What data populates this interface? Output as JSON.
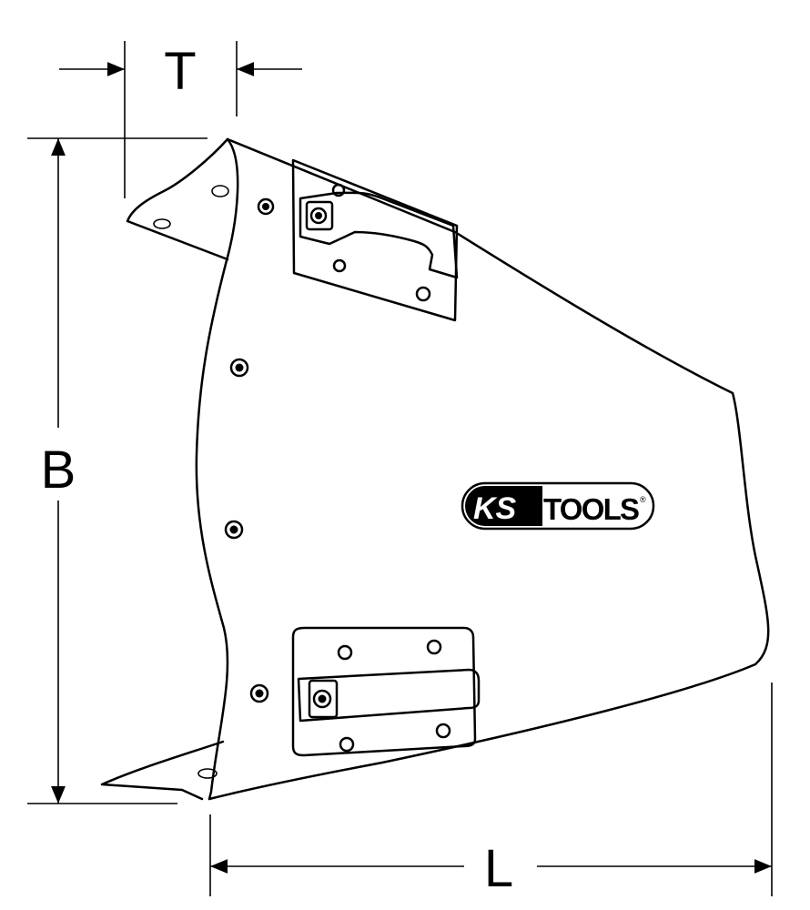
{
  "dimensions": {
    "thickness_label": "T",
    "height_label": "B",
    "length_label": "L"
  },
  "logo": {
    "brand_left": "KS",
    "brand_right": "TOOLS",
    "registered": "®"
  },
  "colors": {
    "line": "#000000",
    "background": "#ffffff"
  }
}
